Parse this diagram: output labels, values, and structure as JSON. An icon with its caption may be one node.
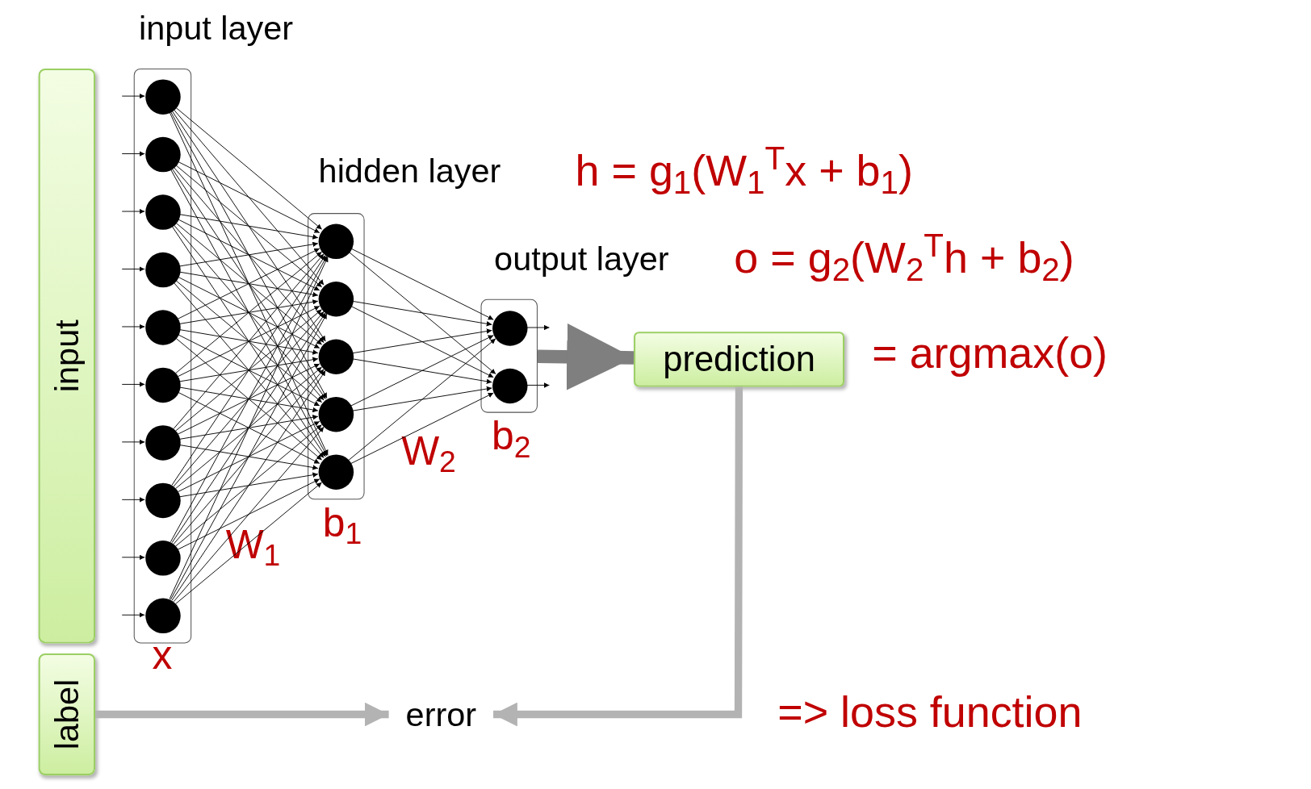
{
  "diagram": {
    "nodes": [
      {
        "text": [
          "input"
        ]
      },
      {
        "text": [
          "input layer"
        ]
      },
      {
        "text": [],
        "shape": "circle",
        "in": 1
      },
      {
        "text": [],
        "shape": "circle",
        "in": 1
      },
      {
        "text": [],
        "shape": "circle",
        "in": 1
      },
      {
        "text": [],
        "shape": "circle",
        "in": 1
      },
      {
        "text": [],
        "shape": "circle",
        "in": 1
      },
      {
        "text": [],
        "shape": "circle",
        "in": 1
      },
      {
        "text": [],
        "shape": "circle",
        "in": 1
      },
      {
        "text": [],
        "shape": "circle",
        "in": 1
      },
      {
        "text": [],
        "shape": "circle",
        "in": 1
      },
      {
        "text": [],
        "shape": "circle",
        "in": 1
      },
      {
        "text": [
          "hidden layer"
        ]
      },
      {
        "text": [],
        "shape": "circle",
        "in": 12
      },
      {
        "text": [],
        "shape": "circle",
        "in": 12
      },
      {
        "text": [],
        "shape": "circle",
        "in": 12
      },
      {
        "text": [],
        "shape": "circle",
        "in": 12
      },
      {
        "text": [],
        "shape": "circle",
        "in": 12
      },
      {
        "text": [
          "output layer"
        ]
      },
      {
        "text": [],
        "shape": "circle",
        "in": 18
      },
      {
        "text": [],
        "shape": "circle",
        "in": 18
      },
      {
        "text": [
          "prediction"
        ]
      },
      {
        "text": [
          "label"
        ]
      },
      {
        "text": [
          "error"
        ]
      }
    ],
    "edges": [
      {
        "from": null,
        "to": 2,
        "arrow": "to"
      },
      {
        "from": null,
        "to": 3,
        "arrow": "to"
      },
      {
        "from": null,
        "to": 4,
        "arrow": "to"
      },
      {
        "from": null,
        "to": 5,
        "arrow": "to"
      },
      {
        "from": null,
        "to": 6,
        "arrow": "to"
      },
      {
        "from": null,
        "to": 7,
        "arrow": "to"
      },
      {
        "from": null,
        "to": 8,
        "arrow": "to"
      },
      {
        "from": null,
        "to": 9,
        "arrow": "to"
      },
      {
        "from": null,
        "to": 10,
        "arrow": "to"
      },
      {
        "from": null,
        "to": 11,
        "arrow": "to"
      },
      {
        "from": 2,
        "to": 13,
        "arrow": "to"
      },
      {
        "from": 2,
        "to": 14,
        "arrow": "to"
      },
      {
        "from": 2,
        "to": 15,
        "arrow": "to"
      },
      {
        "from": 2,
        "to": 16,
        "arrow": "to"
      },
      {
        "from": 2,
        "to": 17,
        "arrow": "to"
      },
      {
        "from": 3,
        "to": 13,
        "arrow": "to"
      },
      {
        "from": 3,
        "to": 14,
        "arrow": "to"
      },
      {
        "from": 3,
        "to": 15,
        "arrow": "to"
      },
      {
        "from": 3,
        "to": 16,
        "arrow": "to"
      },
      {
        "from": 3,
        "to": 17,
        "arrow": "to"
      },
      {
        "from": 4,
        "to": 13,
        "arrow": "to"
      },
      {
        "from": 4,
        "to": 14,
        "arrow": "to"
      },
      {
        "from": 4,
        "to": 15,
        "arrow": "to"
      },
      {
        "from": 4,
        "to": 16,
        "arrow": "to"
      },
      {
        "from": 4,
        "to": 17,
        "arrow": "to"
      },
      {
        "from": 5,
        "to": 13,
        "arrow": "to"
      },
      {
        "from": 5,
        "to": 14,
        "arrow": "to"
      },
      {
        "from": 5,
        "to": 15,
        "arrow": "to"
      },
      {
        "from": 5,
        "to": 16,
        "arrow": "to"
      },
      {
        "from": 5,
        "to": 17,
        "arrow": "to"
      },
      {
        "from": 6,
        "to": 13,
        "arrow": "to"
      },
      {
        "from": 6,
        "to": 14,
        "arrow": "to"
      },
      {
        "from": 6,
        "to": 15,
        "arrow": "to"
      },
      {
        "from": 6,
        "to": 16,
        "arrow": "to"
      },
      {
        "from": 6,
        "to": 17,
        "arrow": "to"
      },
      {
        "from": 7,
        "to": 13,
        "arrow": "to"
      },
      {
        "from": 7,
        "to": 14,
        "arrow": "to"
      },
      {
        "from": 7,
        "to": 15,
        "arrow": "to"
      },
      {
        "from": 7,
        "to": 16,
        "arrow": "to"
      },
      {
        "from": 7,
        "to": 17,
        "arrow": "to"
      },
      {
        "from": 8,
        "to": 13,
        "arrow": "to"
      },
      {
        "from": 8,
        "to": 14,
        "arrow": "to"
      },
      {
        "from": 8,
        "to": 15,
        "arrow": "to"
      },
      {
        "from": 8,
        "to": 16,
        "arrow": "to"
      },
      {
        "from": 8,
        "to": 17,
        "arrow": "to"
      },
      {
        "from": 9,
        "to": 13,
        "arrow": "to"
      },
      {
        "from": 9,
        "to": 14,
        "arrow": "to"
      },
      {
        "from": 9,
        "to": 15,
        "arrow": "to"
      },
      {
        "from": 9,
        "to": 16,
        "arrow": "to"
      },
      {
        "from": 9,
        "to": 17,
        "arrow": "to"
      },
      {
        "from": 10,
        "to": 13,
        "arrow": "to"
      },
      {
        "from": 10,
        "to": 14,
        "arrow": "to"
      },
      {
        "from": 10,
        "to": 15,
        "arrow": "to"
      },
      {
        "from": 10,
        "to": 16,
        "arrow": "to"
      },
      {
        "from": 10,
        "to": 17,
        "arrow": "to"
      },
      {
        "from": 11,
        "to": 13,
        "arrow": "to"
      },
      {
        "from": 11,
        "to": 14,
        "arrow": "to"
      },
      {
        "from": 11,
        "to": 15,
        "arrow": "to"
      },
      {
        "from": 11,
        "to": 16,
        "arrow": "to"
      },
      {
        "from": 11,
        "to": 17,
        "arrow": "to"
      },
      {
        "from": 13,
        "to": 19,
        "arrow": "to"
      },
      {
        "from": 13,
        "to": 20,
        "arrow": "to"
      },
      {
        "from": 14,
        "to": 19,
        "arrow": "to"
      },
      {
        "from": 14,
        "to": 20,
        "arrow": "to"
      },
      {
        "from": 15,
        "to": 19,
        "arrow": "to"
      },
      {
        "from": 15,
        "to": 20,
        "arrow": "to"
      },
      {
        "from": 16,
        "to": 19,
        "arrow": "to"
      },
      {
        "from": 16,
        "to": 20,
        "arrow": "to"
      },
      {
        "from": 17,
        "to": 19,
        "arrow": "to"
      },
      {
        "from": 17,
        "to": 20,
        "arrow": "to"
      },
      {
        "from": 19,
        "to": null,
        "arrow": "to"
      },
      {
        "from": 20,
        "to": null,
        "arrow": "to"
      },
      {
        "from": 18,
        "to": 21,
        "arrow": "to",
        "style": "thick",
        "color": "#7f7f7f"
      },
      {
        "from": 21,
        "to": 23,
        "arrow": "to",
        "style": "thick",
        "color": "#b3b3b3"
      },
      {
        "from": 22,
        "to": 23,
        "arrow": "to",
        "style": "thick",
        "color": "#b3b3b3"
      }
    ],
    "labels": [
      "h = g$_{1}$(W$_{1}$$^{T}$x + b$_{1}$)",
      "o = g$_{2}$(W$_{2}$$^{T}$h + b$_{2}$)",
      "= argmax(o)",
      "b$_{2}$",
      "W$_{2}$",
      "b$_{1}$",
      "W$_{1}$",
      "x",
      "=> loss function"
    ]
  }
}
